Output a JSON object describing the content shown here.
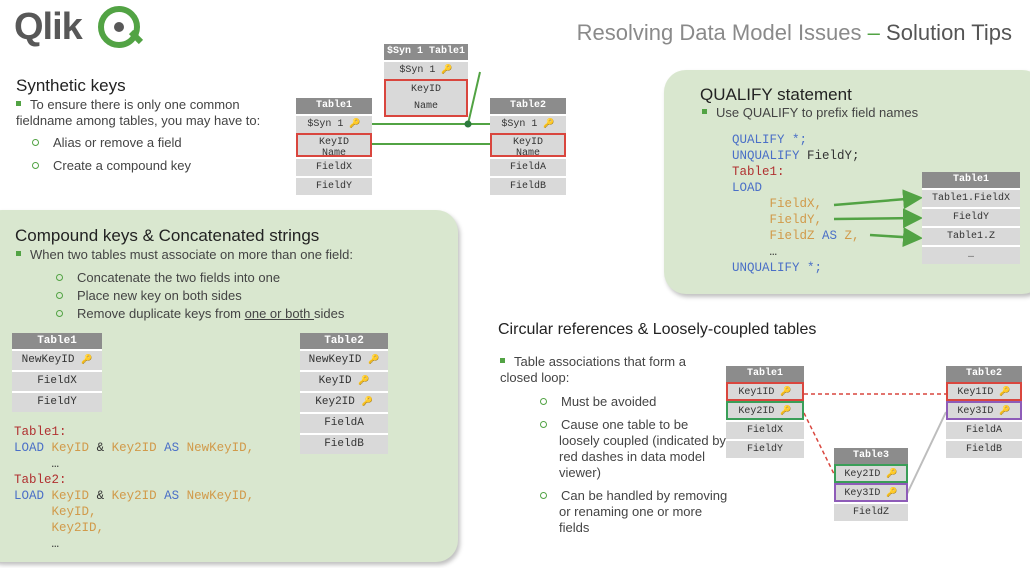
{
  "logo_text": "Qlik",
  "header": {
    "title_main": "Resolving Data Model Issues",
    "title_dash": "–",
    "title_tips": "Solution Tips"
  },
  "synthetic": {
    "title": "Synthetic keys",
    "bullet": "To ensure there is only one common fieldname among tables, you may have to:",
    "subs": [
      "Alias or remove a field",
      "Create a compound key"
    ],
    "syn_table": {
      "name": "$Syn 1 Table1",
      "rows": [
        "$Syn 1",
        "KeyID",
        "Name"
      ]
    },
    "table1": {
      "name": "Table1",
      "rows": [
        "$Syn 1",
        "KeyID",
        "Name",
        "FieldX",
        "FieldY"
      ]
    },
    "table2": {
      "name": "Table2",
      "rows": [
        "$Syn 1",
        "KeyID",
        "Name",
        "FieldA",
        "FieldB"
      ]
    }
  },
  "qualify": {
    "title": "QUALIFY statement",
    "bullet": "Use QUALIFY to prefix field names",
    "code": [
      "QUALIFY *;",
      "UNQUALIFY FieldY;",
      "Table1:",
      "LOAD",
      "FieldX,",
      "FieldY,",
      "FieldZ AS Z,",
      "…",
      "UNQUALIFY *;"
    ],
    "code_kw": {
      "qualify": "QUALIFY",
      "unqualify": "UNQUALIFY",
      "as": "AS",
      "load": "LOAD"
    },
    "table": {
      "name": "Table1",
      "rows": [
        "Table1.FieldX",
        "FieldY",
        "Table1.Z",
        "…"
      ]
    }
  },
  "compound": {
    "title": "Compound keys & Concatenated strings",
    "bullet": "When two tables must associate on more than one field:",
    "subs": [
      "Concatenate the two fields into one",
      "Place new key on both sides"
    ],
    "sub3_pre": "Remove duplicate keys from ",
    "sub3_ul": "one or both ",
    "sub3_post": "sides",
    "table1": {
      "name": "Table1",
      "rows": [
        "NewKeyID",
        "FieldX",
        "FieldY"
      ]
    },
    "table2": {
      "name": "Table2",
      "rows": [
        "NewKeyID",
        "KeyID",
        "Key2ID",
        "FieldA",
        "FieldB"
      ]
    },
    "code": {
      "t1": "Table1:",
      "load": "LOAD",
      "keyid": "KeyID",
      "amp": "&",
      "key2id": "Key2ID",
      "as": "AS",
      "newkeyid": "NewKeyID,",
      "ellipsis": "…",
      "t2": "Table2:",
      "keyid_c": "KeyID,",
      "key2id_c": "Key2ID,"
    }
  },
  "circular": {
    "title": "Circular references & Loosely-coupled tables",
    "bullet": "Table associations that form a closed loop:",
    "subs": [
      "Must be avoided",
      "Cause one table to be loosely coupled (indicated by red dashes in data model viewer)",
      "Can be handled by removing or renaming one or more fields"
    ],
    "table1": {
      "name": "Table1",
      "rows": [
        "Key1ID",
        "Key2ID",
        "FieldX",
        "FieldY"
      ]
    },
    "table2": {
      "name": "Table2",
      "rows": [
        "Key1ID",
        "Key3ID",
        "FieldA",
        "FieldB"
      ]
    },
    "table3": {
      "name": "Table3",
      "rows": [
        "Key2ID",
        "Key3ID",
        "FieldZ"
      ]
    }
  },
  "colors": {
    "green": "#52a344",
    "panel": "#d9e7cf",
    "keyword": "#4a6fc7",
    "field": "#d19a4a",
    "table_name": "#b03030"
  }
}
